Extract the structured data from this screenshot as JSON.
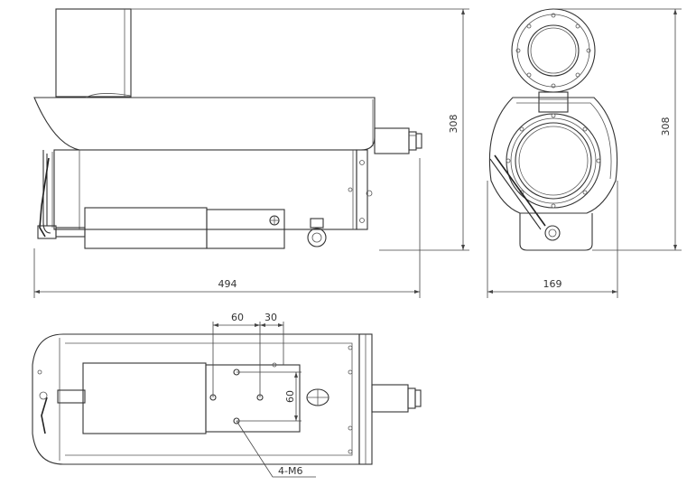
{
  "dimensions": {
    "side_length": "494",
    "side_height": "308",
    "front_width": "169",
    "front_height": "308",
    "top_spacing_a": "60",
    "top_spacing_b": "30",
    "top_spacing_v": "60"
  },
  "callouts": {
    "mount_holes": "4-M6"
  },
  "colors": {
    "line": "#333333",
    "background": "#ffffff"
  }
}
